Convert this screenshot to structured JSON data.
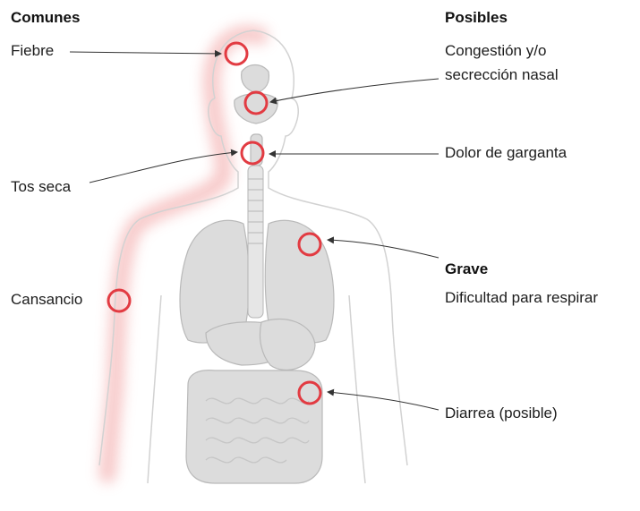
{
  "colors": {
    "marker": "#e23b42",
    "glow": "#f7c6c6",
    "organ_fill": "#dcdcdc",
    "organ_stroke": "#b9b9b9",
    "body_outline": "#d2d2d2",
    "leader_line": "#333333"
  },
  "headers": {
    "comunes": "Comunes",
    "posibles": "Posibles",
    "grave": "Grave"
  },
  "labels": {
    "fiebre": "Fiebre",
    "tos_seca": "Tos seca",
    "cansancio": "Cansancio",
    "congestion_1": "Congestión y/o",
    "congestion_2": "secrección nasal",
    "dolor_garganta": "Dolor de garganta",
    "dificultad": "Dificultad para respirar",
    "diarrea": "Diarrea (posible)"
  }
}
